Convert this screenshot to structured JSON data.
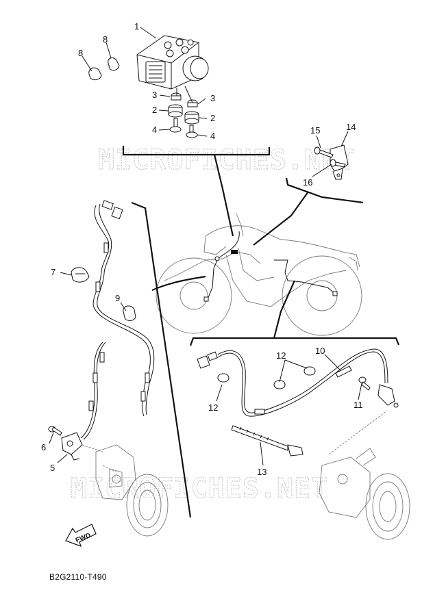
{
  "watermark_text": "MICROFICHES.NET",
  "diagram_code": "B2G2110-T490",
  "fwd_label": "FWD",
  "callouts": {
    "c1": "1",
    "c2a": "2",
    "c2b": "2",
    "c3a": "3",
    "c3b": "3",
    "c4a": "4",
    "c4b": "4",
    "c5": "5",
    "c6": "6",
    "c7": "7",
    "c8a": "8",
    "c8b": "8",
    "c9": "9",
    "c10": "10",
    "c11": "11",
    "c12a": "12",
    "c12b": "12",
    "c13": "13",
    "c14": "14",
    "c15": "15",
    "c16": "16"
  }
}
